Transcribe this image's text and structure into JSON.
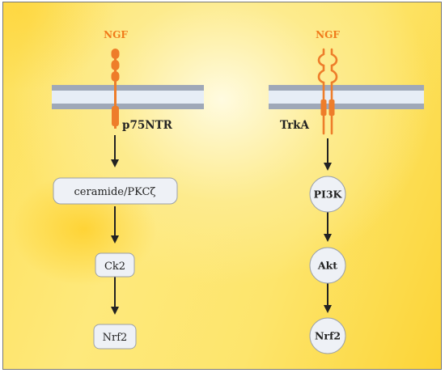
{
  "left": {
    "ligand": "NGF",
    "receptor": "p75NTR",
    "nodes": [
      "ceramide/PKCζ",
      "Ck2",
      "Nrf2"
    ]
  },
  "right": {
    "ligand": "NGF",
    "receptor": "TrkA",
    "nodes": [
      "PI3K",
      "Akt",
      "Nrf2"
    ]
  },
  "colors": {
    "ligand": "#f07a1a",
    "receptor": "#ee7d2a",
    "membrane_outer": "#9fa8b8",
    "membrane_inner": "#e6edf6",
    "node_fill": "#eef1f6",
    "node_stroke": "#9aa0aa",
    "arrow": "#222222"
  }
}
